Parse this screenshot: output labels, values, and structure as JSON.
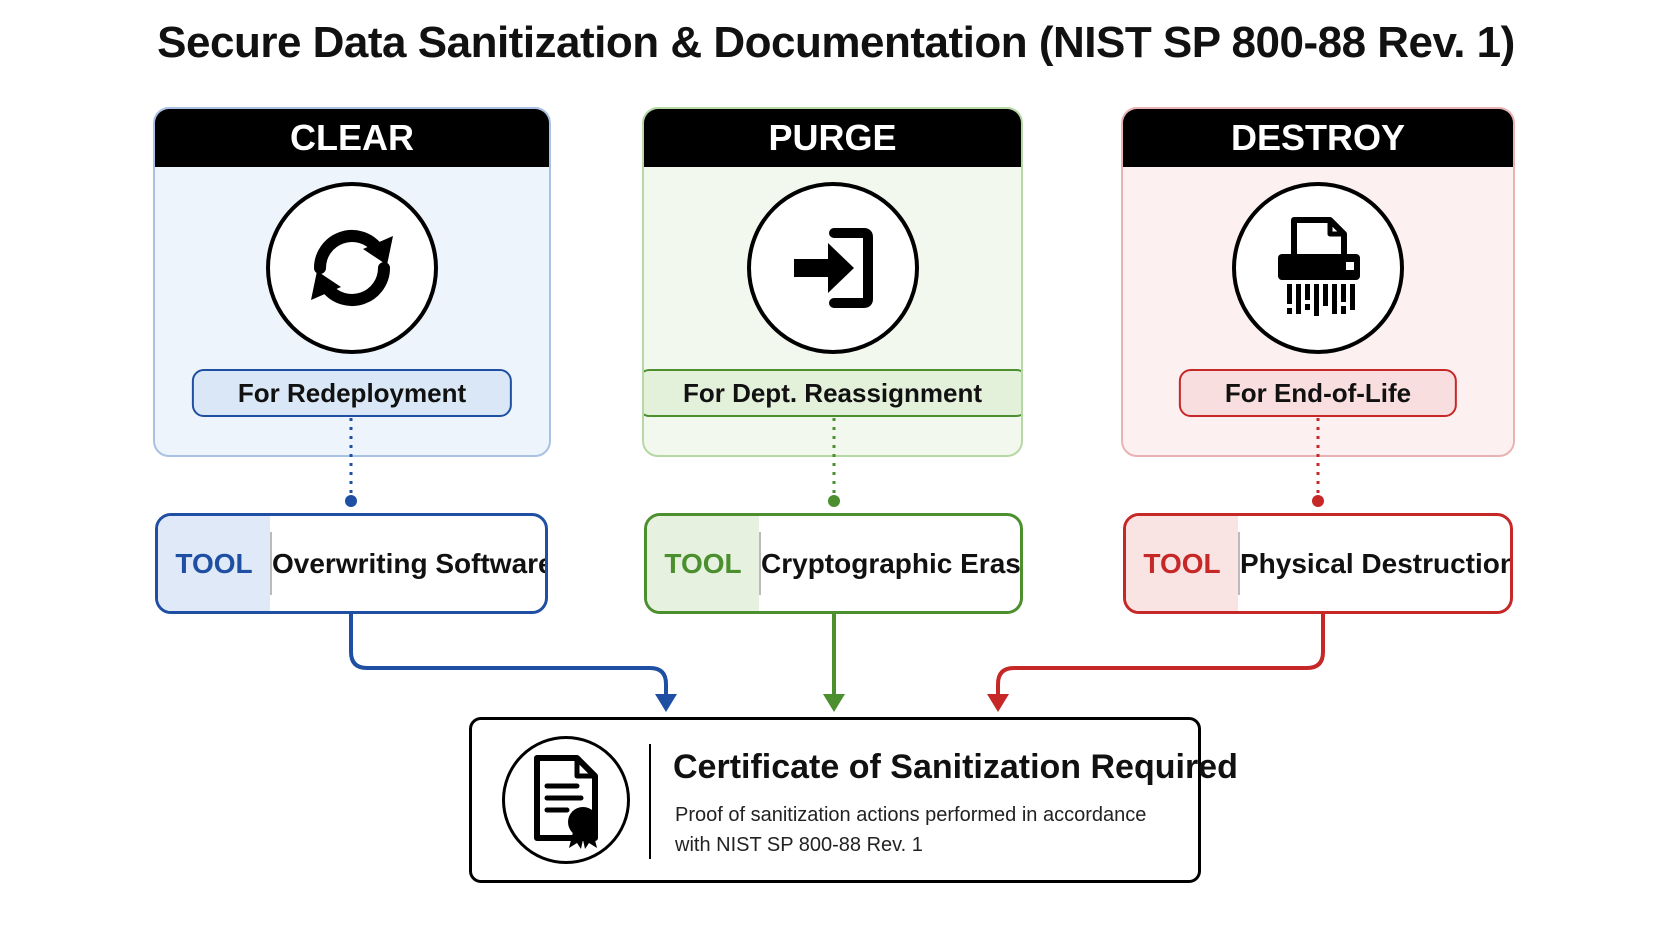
{
  "title": "Secure Data Sanitization & Documentation (NIST SP 800-88 Rev. 1)",
  "methods": [
    {
      "heading": "CLEAR",
      "icon": "refresh-cycle-icon",
      "usage": "For Redeployment",
      "tool_tag": "TOOL",
      "tool": "Overwriting Software",
      "color": "#1f4fa3",
      "border": "#a9c2e4",
      "tint": "#eef4fb",
      "pill_bg": "#d9e7f7",
      "tag_bg": "#dfe9f7"
    },
    {
      "heading": "PURGE",
      "icon": "sign-in-arrow-icon",
      "usage": "For Dept. Reassignment",
      "tool_tag": "TOOL",
      "tool": "Cryptographic Erase",
      "color": "#4b8f2e",
      "border": "#b6d8a4",
      "tint": "#f2f8ee",
      "pill_bg": "#e3f0da",
      "tag_bg": "#e6f1df"
    },
    {
      "heading": "DESTROY",
      "icon": "paper-shredder-icon",
      "usage": "For End-of-Life",
      "tool_tag": "TOOL",
      "tool": "Physical Destruction",
      "color": "#c62828",
      "border": "#eab3b3",
      "tint": "#fcf0f0",
      "pill_bg": "#f8dede",
      "tag_bg": "#fae3e3"
    }
  ],
  "certificate": {
    "icon": "certificate-document-icon",
    "title": "Certificate of Sanitization Required",
    "description": "Proof of sanitization actions performed in accordance with NIST SP 800-88 Rev. 1"
  }
}
